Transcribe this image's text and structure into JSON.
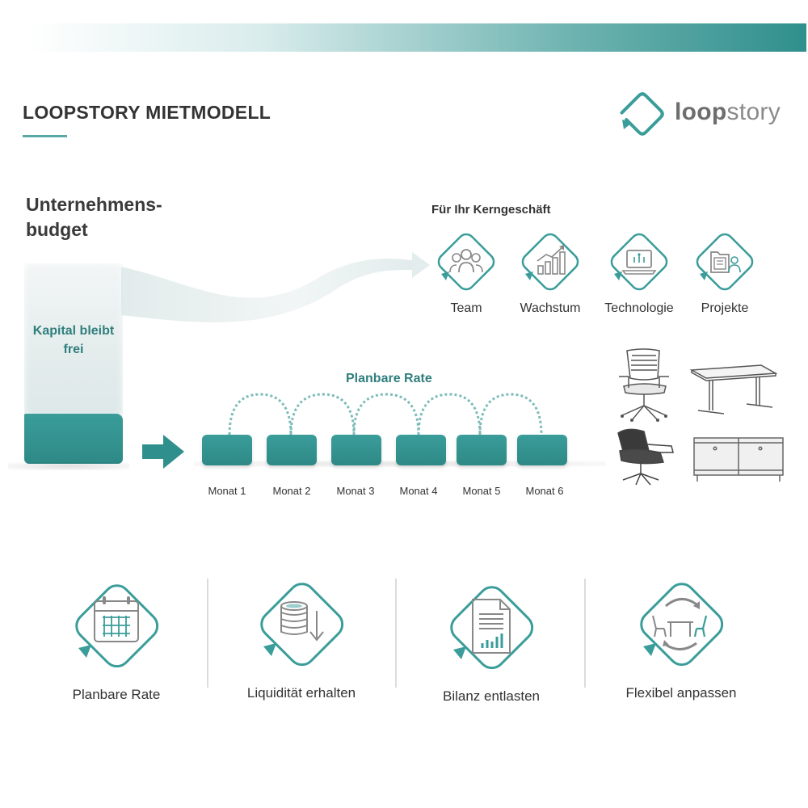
{
  "header": {
    "title": "LOOPSTORY MIETMODELL",
    "logo": {
      "bold": "loop",
      "light": "story"
    }
  },
  "colors": {
    "accent": "#3a9d9a",
    "dark_accent": "#2f7f7d",
    "text": "#333333"
  },
  "budget": {
    "heading_line1": "Unternehmens-",
    "heading_line2": "budget",
    "block_label_line1": "Kapital bleibt",
    "block_label_line2": "frei"
  },
  "core_business": {
    "heading": "Für Ihr Kerngeschäft",
    "items": [
      {
        "label": "Team",
        "icon": "team-icon"
      },
      {
        "label": "Wachstum",
        "icon": "growth-chart-icon"
      },
      {
        "label": "Technologie",
        "icon": "laptop-icon"
      },
      {
        "label": "Projekte",
        "icon": "project-folder-icon"
      }
    ]
  },
  "installments": {
    "heading": "Planbare Rate",
    "months": [
      "Monat 1",
      "Monat 2",
      "Monat 3",
      "Monat 4",
      "Monat 5",
      "Monat 6"
    ]
  },
  "furniture": [
    "office-chair",
    "standing-desk",
    "lounge-chair",
    "sideboard"
  ],
  "benefits": [
    {
      "label": "Planbare Rate",
      "icon": "calendar-icon"
    },
    {
      "label": "Liquidität erhalten",
      "icon": "coin-stack-icon"
    },
    {
      "label": "Bilanz entlasten",
      "icon": "balance-sheet-icon"
    },
    {
      "label": "Flexibel anpassen",
      "icon": "furniture-swap-icon"
    }
  ]
}
